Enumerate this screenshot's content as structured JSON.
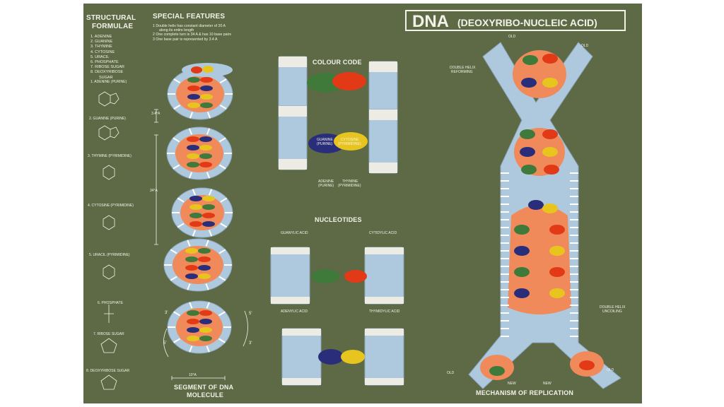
{
  "title": {
    "main": "DNA",
    "full": "(DEOXYRIBO-NUCLEIC ACID)"
  },
  "structural": {
    "heading_1": "STRUCTURAL",
    "heading_2": "FORMULAE",
    "items": [
      "1. ADENINE",
      "2. GUANINE",
      "3. THYMINE",
      "4. CYTOSINE",
      "5. URACIL",
      "6. PHOSPHATE",
      "7. RIBOSE SUGAR",
      "8. DEOXYRIBOSE",
      "SUGAR"
    ],
    "diagram_labels": [
      "1. ADENINE (PURINE)",
      "2. GUANINE (PURINE)",
      "3. THYMINE (PYRIMIDINE)",
      "4. CYTOSINE (PYRIMIDINE)",
      "5. URACIL (PYRIMIDINE)",
      "6. PHOSPHATE",
      "7. RIBOSE SUGAR",
      "8. DEOXYRIBOSE SUGAR"
    ]
  },
  "special": {
    "heading": "SPECIAL FEATURES",
    "items": [
      "1   Double helix has constant diameter of 20 A",
      "along its entire length",
      "2   One complete turn is 34 A & has 10 base pairs",
      "3   One base pair is represented by 3.4 A"
    ]
  },
  "segment": {
    "label_1": "SEGMENT OF DNA",
    "label_2": "MOLECULE",
    "dim_34": "3.4°A",
    "dim_turn": "34°A",
    "dim_width": "10°A",
    "end_3_left": "3'",
    "end_5_left": "5'",
    "end_5_right": "5'",
    "end_3_right": "3'"
  },
  "colour": {
    "heading": "COLOUR CODE",
    "guanine": "GUANINE",
    "guanine_type": "(PURINE)",
    "cytosine": "CYTOSINE",
    "cytosine_type": "(PYRIMIDINE)",
    "adenine": "ADENINE",
    "adenine_type": "(PURINE)",
    "thymine": "THYMINE",
    "thymine_type": "(PYRIMIDINE)"
  },
  "nucleotides": {
    "heading": "NUCLEOTIDES",
    "guanylic": "GUANYLIC ACID",
    "cytidylic": "CYTIDYLIC ACID",
    "adenylic": "ADENYLIC ACID",
    "thymidylic": "THYMIDYLIC ACID"
  },
  "replication": {
    "label": "MECHANISM OF REPLICATION",
    "reforming_1": "DOUBLE HELIX",
    "reforming_2": "REFORMING",
    "uncoiling_1": "DOUBLE HELIX",
    "uncoiling_2": "UNCOILING",
    "old_top_left": "OLD",
    "old_top_right": "OLD",
    "old_bottom_left": "OLD",
    "old_bottom_right": "OLD",
    "new_left": "NEW",
    "new_right": "NEW"
  },
  "colors": {
    "board": "#5e6a45",
    "sugar": "#aec8de",
    "core": "#f08a5a",
    "guanine": "#3f7a3a",
    "cytosine": "#e23a17",
    "adenine": "#2a2e7a",
    "thymine": "#e8c51e"
  }
}
